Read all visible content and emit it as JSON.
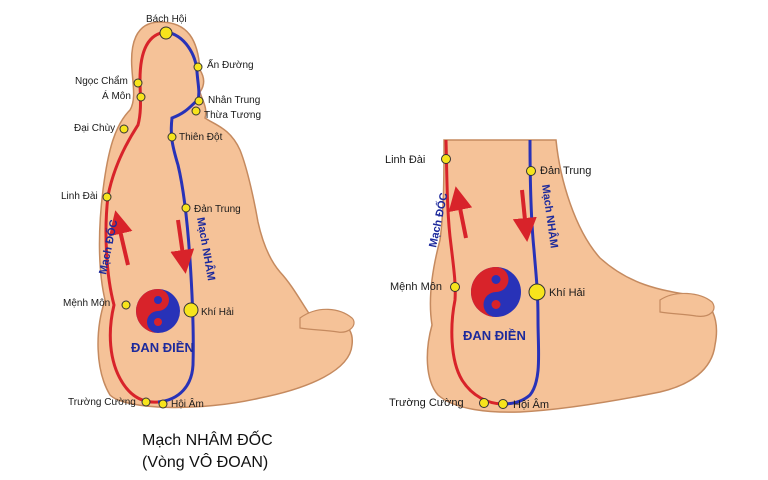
{
  "colors": {
    "body": "#f5c298",
    "body_outline": "#c58a5f",
    "doc_channel": "#d8232a",
    "nham_channel": "#2832b8",
    "point_fill": "#f7e41c",
    "label_blue": "#1d2a9c"
  },
  "left_figure": {
    "points": {
      "bach_hoi": "Bách Hội",
      "an_duong": "Ấn Đường",
      "ngoc_cham": "Ngọc Chẩm",
      "a_mon": "Á Môn",
      "nhan_trung": "Nhân Trung",
      "thua_tuong": "Thừa Tương",
      "dai_chuy": "Đại Chùy",
      "thien_dot": "Thiên Đột",
      "linh_dai": "Linh Đài",
      "dan_trung": "Đản Trung",
      "menh_mon": "Mệnh Môn",
      "khi_hai": "Khí Hải",
      "truong_cuong": "Trường Cường",
      "hoi_am": "Hội Âm"
    },
    "channel_doc": "Mạch ĐỐC",
    "channel_nham": "Mạch NHÂM",
    "dan_dien": "ĐAN ĐIỀN"
  },
  "right_figure": {
    "points": {
      "linh_dai": "Linh Đài",
      "dan_trung": "Đản Trung",
      "menh_mon": "Mệnh Môn",
      "khi_hai": "Khí Hải",
      "truong_cuong": "Trường Cường",
      "hoi_am": "Hội Âm"
    },
    "channel_doc": "Mạch ĐỐC",
    "channel_nham": "Mạch NHÂM",
    "dan_dien": "ĐAN ĐIỀN"
  },
  "caption": {
    "line1": "Mạch NHÂM ĐỐC",
    "line2": "(Vòng VÔ ĐOAN)"
  }
}
